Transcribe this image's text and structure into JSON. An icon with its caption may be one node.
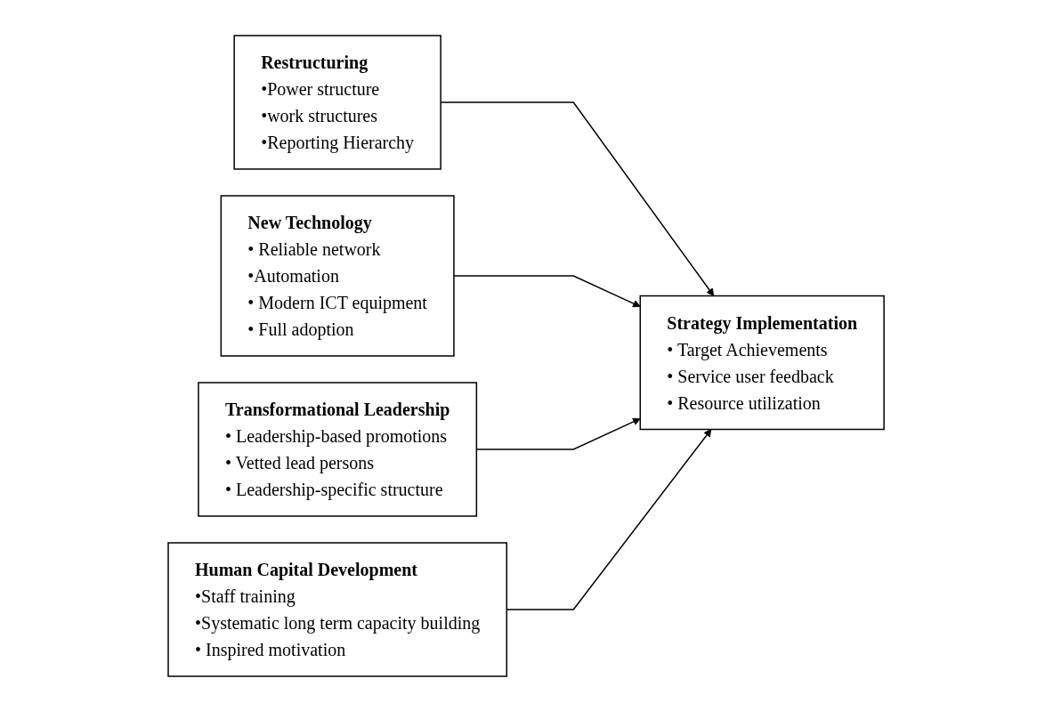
{
  "diagram": {
    "nodes": [
      {
        "text": [
          "Restructuring",
          "•Power structure",
          "•work structures",
          "•Reporting Hierarchy"
        ]
      },
      {
        "text": [
          "New Technology",
          "• Reliable network",
          "•Automation",
          "• Modern ICT equipment",
          "• Full adoption"
        ]
      },
      {
        "text": [
          "Transformational Leadership",
          "• Leadership-based promotions",
          "• Vetted lead persons",
          "• Leadership-specific structure"
        ]
      },
      {
        "text": [
          "Human Capital Development",
          "•Staff training",
          "•Systematic long term capacity building",
          "• Inspired motivation"
        ]
      },
      {
        "text": [
          "Strategy Implementation",
          "• Target Achievements",
          "• Service user feedback",
          "• Resource utilization"
        ]
      }
    ],
    "edges": [
      {
        "from": 0,
        "to": 4,
        "arrow": "to"
      },
      {
        "from": 1,
        "to": 4,
        "arrow": "to"
      },
      {
        "from": 2,
        "to": 4,
        "arrow": "to"
      },
      {
        "from": 3,
        "to": 4,
        "arrow": "to"
      }
    ]
  }
}
